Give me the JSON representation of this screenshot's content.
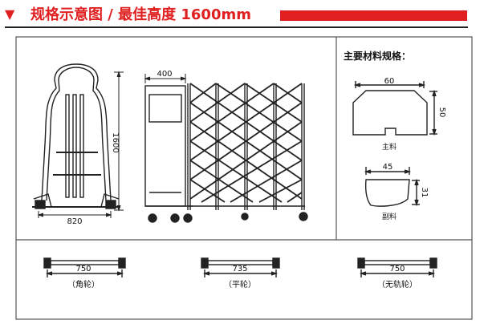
{
  "header": {
    "title": "规格示意图 / 最佳高度 1600mm",
    "accent_color": "#e02020"
  },
  "left_diagram": {
    "height_label": "1600",
    "width_label": "820",
    "depth_label": "400"
  },
  "materials": {
    "title": "主要材料规格：",
    "main": {
      "width": "60",
      "height": "50",
      "label": "主料"
    },
    "secondary": {
      "width": "45",
      "height": "31",
      "label": "副料"
    }
  },
  "wheels": [
    {
      "dimension": "750",
      "label": "（角轮）"
    },
    {
      "dimension": "735",
      "label": "（平轮）"
    },
    {
      "dimension": "750",
      "label": "（无轨轮）"
    }
  ]
}
